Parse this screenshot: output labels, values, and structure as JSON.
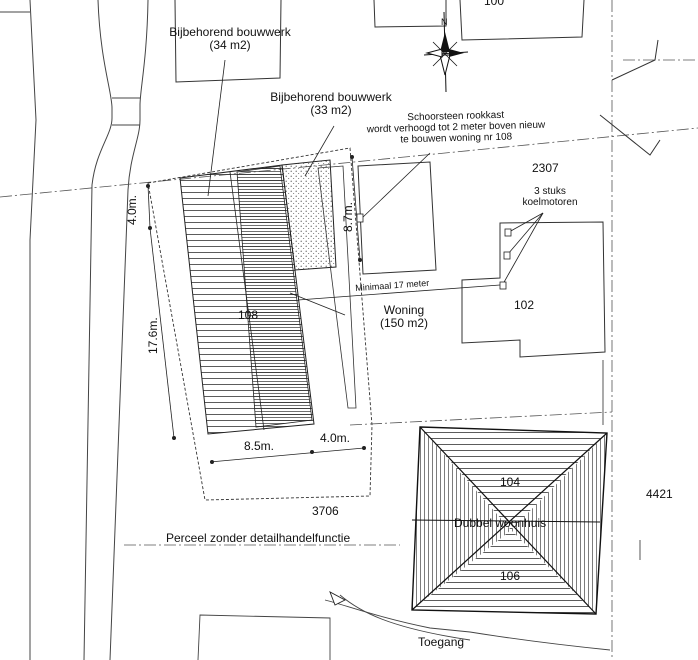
{
  "labels": {
    "bijbehorend_1": "Bijbehorend bouwwerk",
    "bijbehorend_1_area": "(34 m2)",
    "bijbehorend_2": "Bijbehorend bouwwerk",
    "bijbehorend_2_area": "(33 m2)",
    "schoorsteen_1": "Schoorsteen rookkast",
    "schoorsteen_2": "wordt verhoogd tot 2 meter boven nieuw",
    "schoorsteen_3": "te bouwen woning nr 108",
    "koelmotoren_1": "3 stuks",
    "koelmotoren_2": "koelmotoren",
    "minimaal": "Minimaal 17 meter",
    "woning": "Woning",
    "woning_area": "(150 m2)",
    "perceel": "Perceel zonder detailhandelfunctie",
    "dubbel_woonhuis": "Dubbel woonhuis",
    "toegang": "Toegang"
  },
  "numbers": {
    "n100": "100",
    "n2307": "2307",
    "n102": "102",
    "n108": "108",
    "n3706": "3706",
    "n104": "104",
    "n106": "106",
    "n4421": "4421"
  },
  "dimensions": {
    "d_4_0_left": "4.0m.",
    "d_17_6": "17.6m.",
    "d_8_7": "8.7m.",
    "d_8_5": "8.5m.",
    "d_4_0_bottom": "4.0m."
  },
  "north_arrow": {
    "label": "N",
    "icon": "north-arrow-icon"
  }
}
